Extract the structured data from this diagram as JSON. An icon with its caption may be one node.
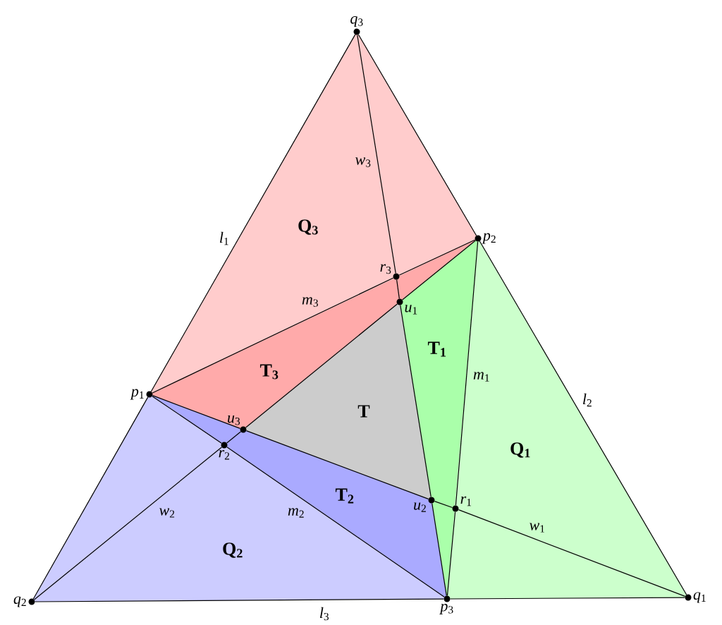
{
  "diagram": {
    "nodes": [
      {
        "text": [
          "*q*$_{3}$"
        ]
      },
      {
        "text": [
          "*p*$_{2}$"
        ]
      },
      {
        "text": [
          "*r*$_{3}$"
        ]
      },
      {
        "text": [
          "*u*$_{1}$"
        ]
      },
      {
        "text": [
          "*p*$_{1}$"
        ]
      },
      {
        "text": [
          "*u*$_{3}$"
        ]
      },
      {
        "text": [
          "*r*$_{2}$"
        ]
      },
      {
        "text": [
          "*u*$_{2}$"
        ]
      },
      {
        "text": [
          "*r*$_{1}$"
        ]
      },
      {
        "text": [
          "*q*$_{2}$"
        ]
      },
      {
        "text": [
          "*p*$_{3}$"
        ]
      },
      {
        "text": [
          "*q*$_{1}$"
        ]
      }
    ],
    "edges": [
      {
        "from": 0,
        "to": 4,
        "arrow": "none",
        "label": "*l*$_{1}$"
      },
      {
        "from": 4,
        "to": 9,
        "arrow": "none"
      },
      {
        "from": 0,
        "to": 1,
        "arrow": "none"
      },
      {
        "from": 1,
        "to": 11,
        "arrow": "none",
        "label": "*l*$_{2}$"
      },
      {
        "from": 9,
        "to": 10,
        "arrow": "none",
        "label": "*l*$_{3}$"
      },
      {
        "from": 10,
        "to": 11,
        "arrow": "none"
      },
      {
        "from": 4,
        "to": 2,
        "arrow": "none",
        "label": "*m*$_{3}$"
      },
      {
        "from": 2,
        "to": 1,
        "arrow": "none"
      },
      {
        "from": 1,
        "to": 8,
        "arrow": "none",
        "label": "*m*$_{1}$"
      },
      {
        "from": 8,
        "to": 10,
        "arrow": "none"
      },
      {
        "from": 4,
        "to": 6,
        "arrow": "none"
      },
      {
        "from": 6,
        "to": 10,
        "arrow": "none",
        "label": "*m*$_{2}$"
      },
      {
        "from": 0,
        "to": 2,
        "arrow": "none",
        "label": "*w*$_{3}$"
      },
      {
        "from": 2,
        "to": 3,
        "arrow": "none"
      },
      {
        "from": 9,
        "to": 6,
        "arrow": "none",
        "label": "*w*$_{2}$"
      },
      {
        "from": 6,
        "to": 5,
        "arrow": "none"
      },
      {
        "from": 11,
        "to": 8,
        "arrow": "none",
        "label": "*w*$_{1}$"
      },
      {
        "from": 8,
        "to": 7,
        "arrow": "none"
      },
      {
        "from": 1,
        "to": 3,
        "arrow": "none"
      },
      {
        "from": 3,
        "to": 5,
        "arrow": "none"
      },
      {
        "from": 4,
        "to": 5,
        "arrow": "none"
      },
      {
        "from": 5,
        "to": 7,
        "arrow": "none"
      },
      {
        "from": 10,
        "to": 7,
        "arrow": "none"
      },
      {
        "from": 7,
        "to": 3,
        "arrow": "none"
      }
    ],
    "labels": [
      "Q$_{3}$",
      "T$_{3}$",
      "T",
      "T$_{1}$",
      "Q$_{1}$",
      "T$_{2}$",
      "Q$_{2}$"
    ]
  }
}
